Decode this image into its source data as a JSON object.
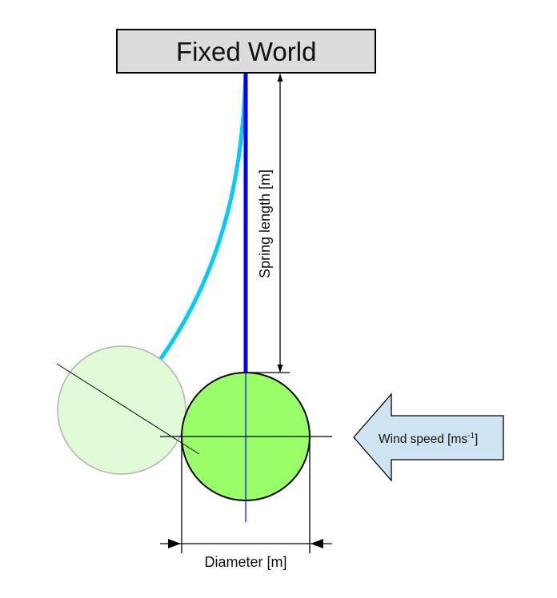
{
  "diagram": {
    "title": "Fixed World",
    "spring_length_label": "Spring length [m]",
    "diameter_label": "Diameter [m]",
    "wind_label_main": "Wind speed [ms",
    "wind_label_sup": "-1",
    "wind_label_close": "]"
  },
  "colors": {
    "fixed_world_fill": "#dcdcdc",
    "rest_spring": "#0000ff",
    "deflected_spring": "#00ccff",
    "ball_fill": "#99ff66",
    "ghost_ball_fill": "#e0fbd6",
    "ghost_ball_stroke": "#b3b3b3",
    "wind_arrow_fill": "#cfe4f3"
  }
}
